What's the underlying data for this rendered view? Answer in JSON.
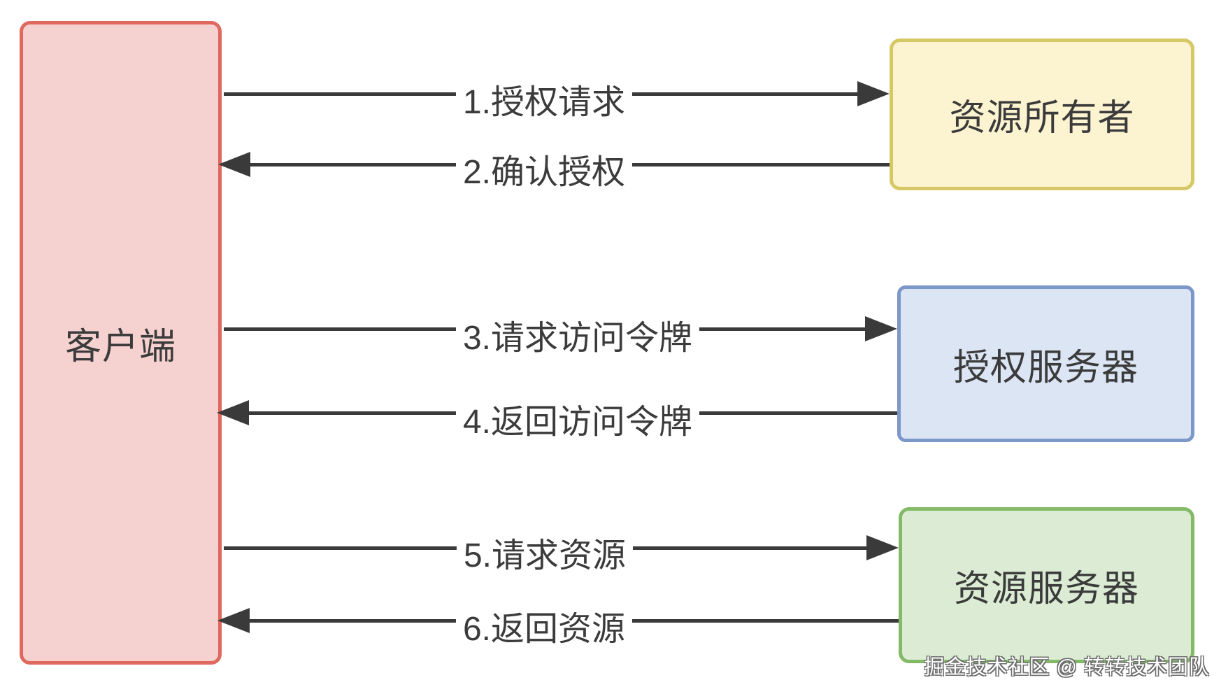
{
  "diagram": {
    "title": "OAuth authorization flow",
    "nodes": {
      "client": {
        "label": "客户端"
      },
      "resource_owner": {
        "label": "资源所有者"
      },
      "auth_server": {
        "label": "授权服务器"
      },
      "resource_server": {
        "label": "资源服务器"
      }
    },
    "edges": [
      {
        "label": "1.授权请求",
        "from": "client",
        "to": "resource_owner",
        "direction": "right"
      },
      {
        "label": "2.确认授权",
        "from": "resource_owner",
        "to": "client",
        "direction": "left"
      },
      {
        "label": "3.请求访问令牌",
        "from": "client",
        "to": "auth_server",
        "direction": "right"
      },
      {
        "label": "4.返回访问令牌",
        "from": "auth_server",
        "to": "client",
        "direction": "left"
      },
      {
        "label": "5.请求资源",
        "from": "client",
        "to": "resource_server",
        "direction": "right"
      },
      {
        "label": "6.返回资源",
        "from": "resource_server",
        "to": "client",
        "direction": "left"
      }
    ],
    "watermark": "掘金技术社区 @ 转转技术团队",
    "colors": {
      "client_fill": "#f5d2cf",
      "client_border": "#e0695f",
      "owner_fill": "#fcf3d1",
      "owner_border": "#d7c866",
      "auth_fill": "#dbe5f4",
      "auth_border": "#7b98c9",
      "res_fill": "#dcecd4",
      "res_border": "#83b967",
      "arrow": "#3a3a3a",
      "text": "#3b3b3b"
    }
  }
}
